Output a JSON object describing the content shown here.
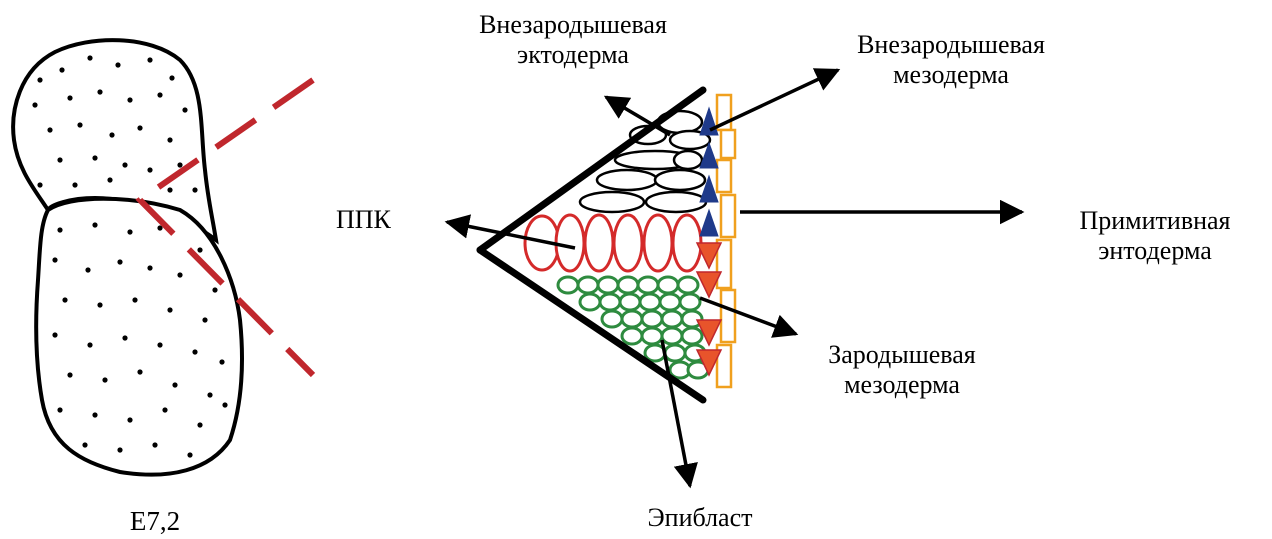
{
  "stage_label": "E7,2",
  "labels": {
    "ppk": "ППК",
    "extraembryonic_ectoderm": [
      "Внезародышевая",
      "эктодерма"
    ],
    "extraembryonic_mesoderm": [
      "Внезародышевая",
      "мезодерма"
    ],
    "primitive_endoderm": [
      "Примитивная",
      "энтодерма"
    ],
    "embryonic_mesoderm": [
      "Зародышевая",
      "мезодерма"
    ],
    "epiblast": "Эпибласт"
  },
  "colors": {
    "cut_line": "#c0272d",
    "ectoderm_cells": "#000000",
    "pgc_cells": "#d42a2a",
    "epiblast_cells": "#2e8b3f",
    "extraembryonic_mesoderm_arrowheads": "#1f3a8a",
    "embryonic_mesoderm_arrowheads": "#e8542b",
    "endoderm_cells": "#f0a01e"
  }
}
